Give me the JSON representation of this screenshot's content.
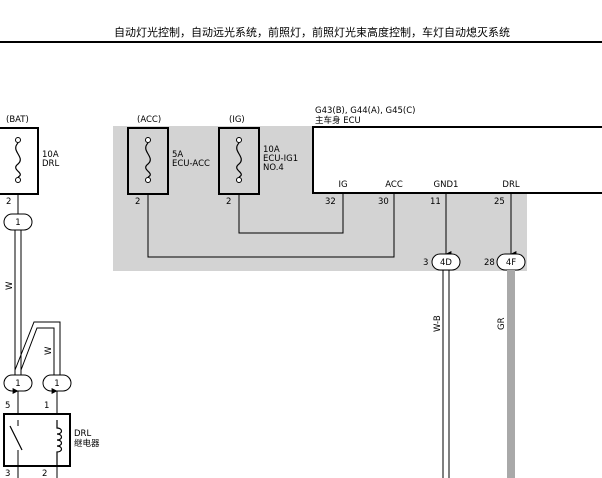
{
  "header": {
    "title": "自动灯光控制，自动远光系统，前照灯，前照灯光束高度控制，车灯自动熄灭系统"
  },
  "fuses": {
    "bat": {
      "source": "(BAT)",
      "rating": "10A",
      "name": "DRL",
      "pin": "2"
    },
    "acc": {
      "source": "(ACC)",
      "rating": "5A",
      "name": "ECU-ACC",
      "pin": "2"
    },
    "ig": {
      "source": "(IG)",
      "rating": "10A",
      "name": "ECU-IG1",
      "name2": "NO.4",
      "pin": "2"
    }
  },
  "ecu": {
    "connectors": "G43(B), G44(A), G45(C)",
    "name": "主车身 ECU",
    "terminals": [
      {
        "label": "IG",
        "pin": "32"
      },
      {
        "label": "ACC",
        "pin": "30"
      },
      {
        "label": "GND1",
        "pin": "11"
      },
      {
        "label": "DRL",
        "pin": "25"
      }
    ]
  },
  "connectors": {
    "c1": {
      "label": "1"
    },
    "c2": {
      "label": "1",
      "pin": "5"
    },
    "c3": {
      "label": "1",
      "pin": "1"
    },
    "c4d": {
      "label": "4D",
      "pin": "3"
    },
    "c4f": {
      "label": "4F",
      "pin": "28"
    }
  },
  "wires": {
    "w1": "W",
    "w2": "W",
    "gnd": "W-B",
    "drl": "GR"
  },
  "relay": {
    "name": "DRL",
    "name2": "继电器",
    "pin_left": "3",
    "pin_right": "2"
  },
  "colors": {
    "shade": "#d3d3d3",
    "line": "#000000",
    "gr_wire": "#a9a9a9"
  }
}
